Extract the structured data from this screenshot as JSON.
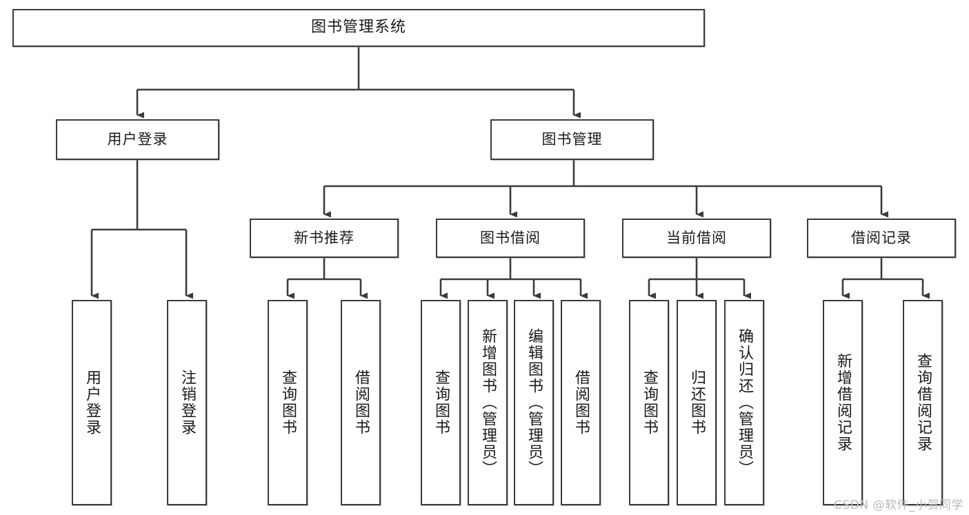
{
  "title": "图书管理系统",
  "diagram": {
    "type": "tree",
    "orientation": "top-down",
    "levels": 4
  },
  "root": {
    "label": "图书管理系统"
  },
  "level2": [
    {
      "label": "用户登录"
    },
    {
      "label": "图书管理"
    }
  ],
  "level3": [
    {
      "label": "新书推荐"
    },
    {
      "label": "图书借阅"
    },
    {
      "label": "当前借阅"
    },
    {
      "label": "借阅记录"
    }
  ],
  "leaves": {
    "user_login": [
      {
        "label": "用户登录"
      },
      {
        "label": "注销登录"
      }
    ],
    "new_book": [
      {
        "label": "查询图书"
      },
      {
        "label": "借阅图书"
      }
    ],
    "book_borrow": [
      {
        "label": "查询图书"
      },
      {
        "label": "新增图书（管理员）"
      },
      {
        "label": "编辑图书（管理员）"
      },
      {
        "label": "借阅图书"
      }
    ],
    "current_borrow": [
      {
        "label": "查询图书"
      },
      {
        "label": "归还图书"
      },
      {
        "label": "确认归还（管理员）"
      }
    ],
    "borrow_record": [
      {
        "label": "新增借阅记录"
      },
      {
        "label": "查询借阅记录"
      }
    ]
  },
  "watermark": {
    "text": "CSDN @软件_小贺同学"
  },
  "colors": {
    "stroke": "#3b3b3b",
    "fill": "#ffffff",
    "text": "#1a1a1a",
    "watermark": "#b9b9b9"
  }
}
